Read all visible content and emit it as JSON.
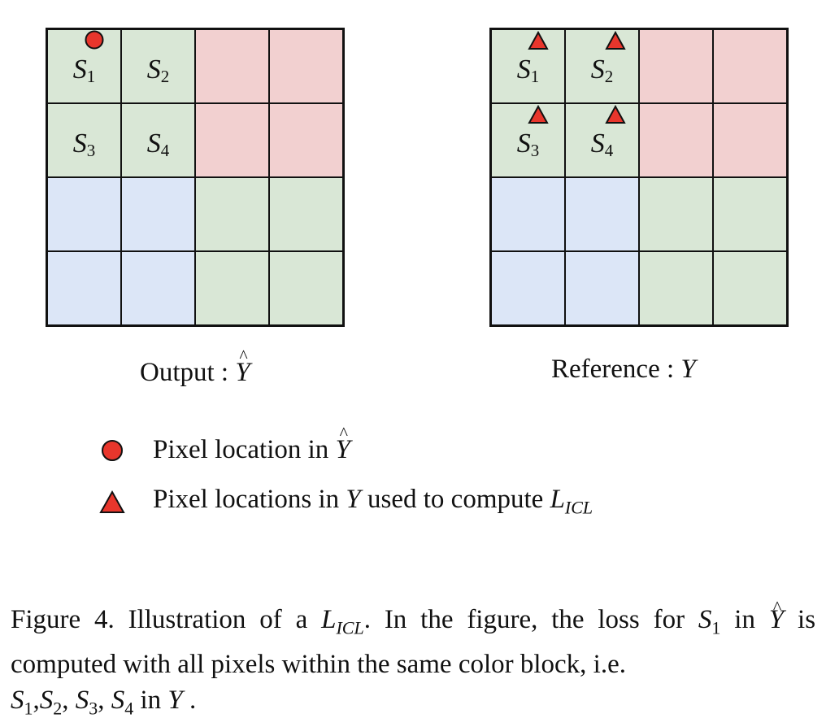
{
  "colors": {
    "green": "#d9e7d6",
    "red": "#f2d0d0",
    "blue": "#dce6f7",
    "marker": "#e8362c"
  },
  "left_panel": {
    "labels": [
      "S",
      "S",
      "S",
      "S"
    ],
    "subs": [
      "1",
      "2",
      "3",
      "4"
    ],
    "caption_prefix": "Output : ",
    "caption_symbol": "Y"
  },
  "right_panel": {
    "labels": [
      "S",
      "S",
      "S",
      "S"
    ],
    "subs": [
      "1",
      "2",
      "3",
      "4"
    ],
    "caption_prefix": "Reference : ",
    "caption_symbol": "Y"
  },
  "legend": {
    "circle_text": "Pixel location in ",
    "circle_symbol": "Y",
    "triangle_text": "Pixel locations in ",
    "triangle_symbol": "Y",
    "triangle_text2": "used to compute ",
    "loss_symbol": "L",
    "loss_sub": "ICL"
  },
  "figure_caption": {
    "part1": "Figure 4.  Illustration of a ",
    "loss": "L",
    "loss_sub": "ICL",
    "part2": ".  In the figure, the loss for ",
    "s1": "S",
    "s1_sub": "1",
    "part3": "in ",
    "yhat": "Y",
    "part4": " is computed with all pixels within the same color block, i.e. ",
    "list": [
      {
        "s": "S",
        "sub": "1",
        "sep": ","
      },
      {
        "s": "S",
        "sub": "2",
        "sep": ", "
      },
      {
        "s": "S",
        "sub": "3",
        "sep": ", "
      },
      {
        "s": "S",
        "sub": "4",
        "sep": ""
      }
    ],
    "part5": " in ",
    "y": "Y",
    "part6": " ."
  }
}
